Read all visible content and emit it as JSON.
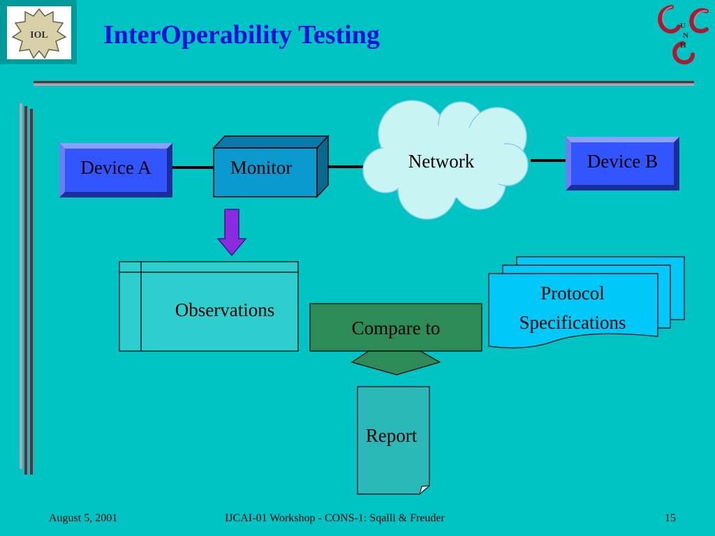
{
  "slide": {
    "title": "InterOperability Testing",
    "logo_left_text": "IOL",
    "logo_right_letters": [
      "U",
      "N",
      "H"
    ]
  },
  "diagram": {
    "device_a": "Device A",
    "monitor": "Monitor",
    "network": "Network",
    "device_b": "Device B",
    "observations": "Observations",
    "compare_to": "Compare to",
    "protocol_line1": "Protocol",
    "protocol_line2": "Specifications",
    "report": "Report"
  },
  "footer": {
    "date": "August 5, 2001",
    "center": "IJCAI-01 Workshop - CONS-1: Sqalli & Freuder",
    "page": "15"
  },
  "colors": {
    "background": "#00c4c4",
    "title": "#1010d8",
    "device_fill": "#3355ff",
    "monitor_fill": "#0a9ad0",
    "cloud_fill": "#c8f4f4",
    "compare_fill": "#2e8b57",
    "rule_red": "#8a1c2c"
  }
}
